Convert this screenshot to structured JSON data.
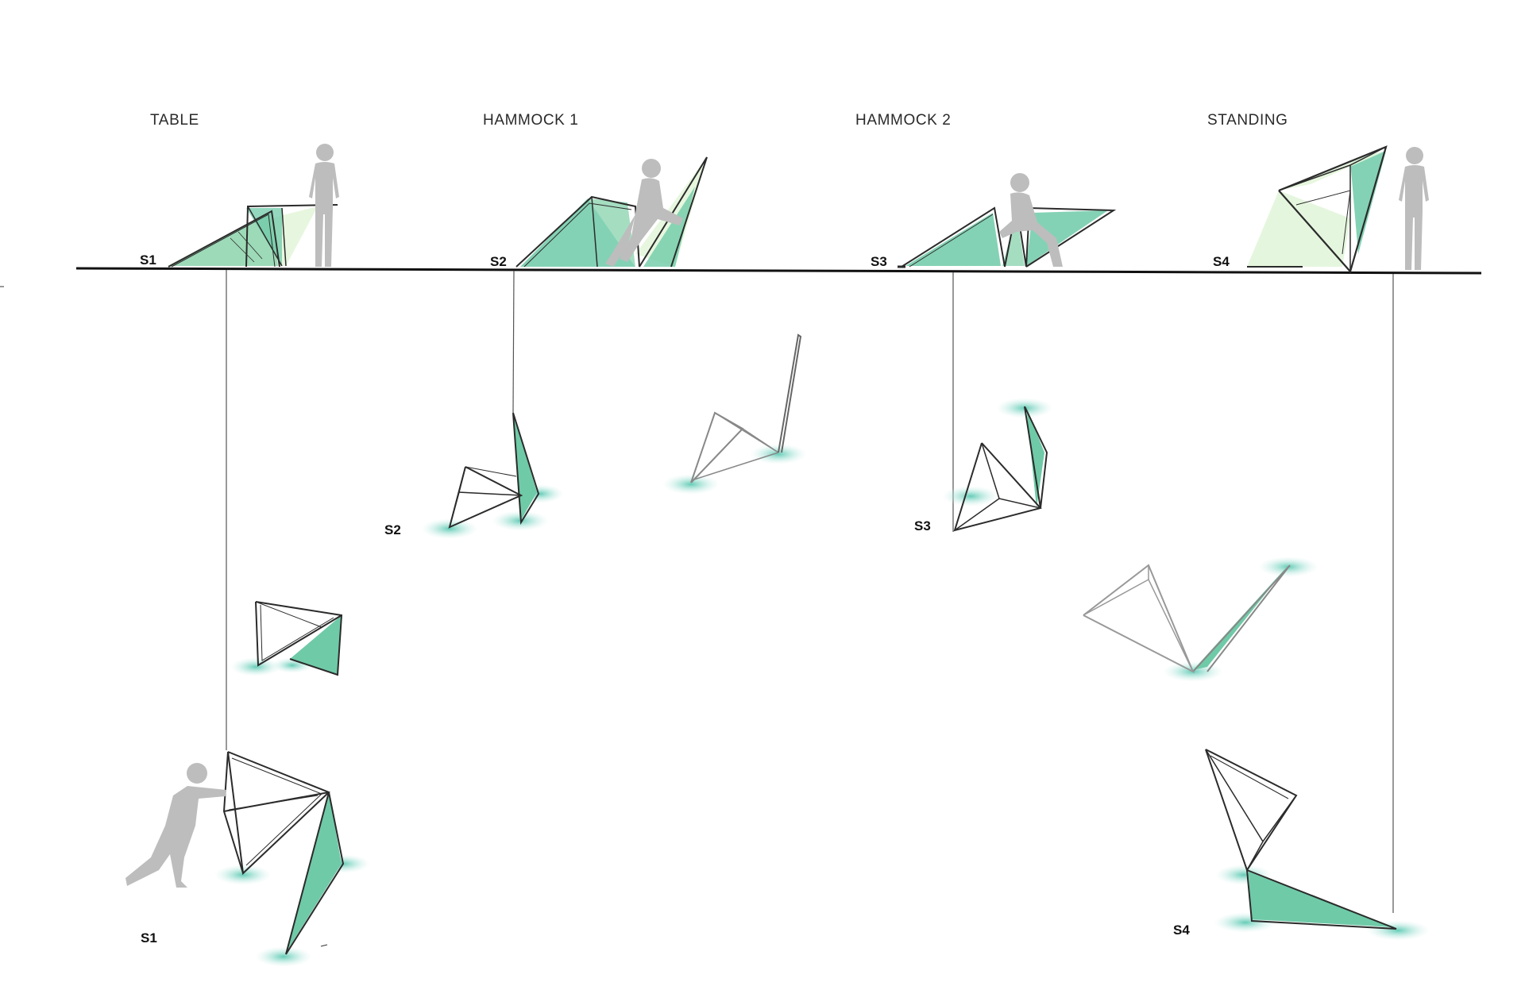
{
  "modes": [
    {
      "heading": "TABLE",
      "tag": "S1"
    },
    {
      "heading": "HAMMOCK 1",
      "tag": "S2"
    },
    {
      "heading": "HAMMOCK 2",
      "tag": "S3"
    },
    {
      "heading": "STANDING",
      "tag": "S4"
    }
  ],
  "plan_tags": [
    "S1",
    "S2",
    "S3",
    "S4"
  ],
  "colors": {
    "panel_fill": "#6fcaa8",
    "panel_fill_light": "#c7edcd",
    "panel_tint": "#e4f6dc",
    "frame_stroke": "#2b2b2b",
    "silhouette": "#bdbdbd",
    "ground_line": "#111111",
    "leader_line": "#555555",
    "footprint_glow": "#7fd6c4"
  },
  "icons": {
    "person": "person-silhouette-icon"
  }
}
